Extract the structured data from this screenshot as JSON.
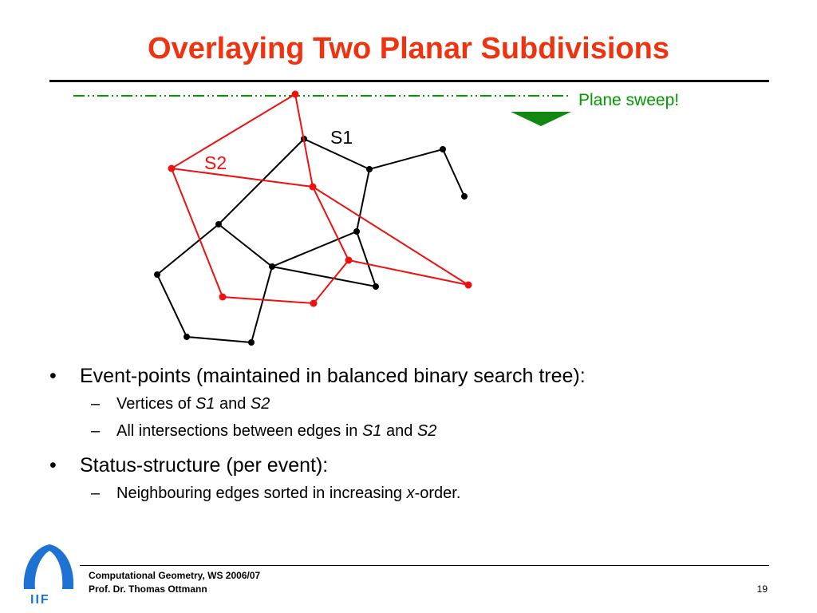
{
  "slide": {
    "title": "Overlaying Two Planar Subdivisions",
    "sweep_label": "Plane sweep!",
    "s1_label": "S1",
    "s2_label": "S2",
    "bullets": [
      {
        "text": "Event-points (maintained in balanced binary search tree):",
        "sub": [
          {
            "parts": [
              "Vertices of ",
              "S1",
              " and ",
              "S2"
            ]
          },
          {
            "parts": [
              "All intersections between edges in ",
              "S1",
              " and ",
              "S2"
            ]
          }
        ]
      },
      {
        "text": "Status-structure (per event):",
        "sub": [
          {
            "parts": [
              "Neighbouring edges sorted in increasing ",
              "x",
              "-order."
            ]
          }
        ]
      }
    ]
  },
  "footer": {
    "line1": "Computational Geometry, WS 2006/07",
    "line2": "Prof. Dr. Thomas Ottmann",
    "page": "19",
    "logo_text": "IIF"
  },
  "colors": {
    "title": "#ee3311",
    "s1": "#000000",
    "s2": "#ee1111",
    "sweep": "#009900"
  }
}
